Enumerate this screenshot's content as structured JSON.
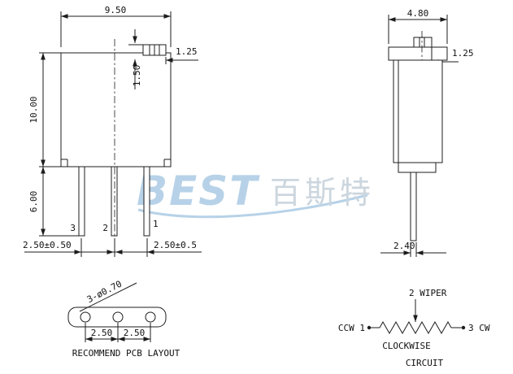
{
  "watermark": {
    "brand": "BEST",
    "cjk": "百斯特"
  },
  "front_view": {
    "dim_width": "9.50",
    "dim_height": "10.00",
    "dim_pin_length": "6.00",
    "dim_top_offset": "1.25",
    "dim_screw_depth": "1.50",
    "dim_pitch_left": "2.50±0.50",
    "dim_pitch_right": "2.50±0.5",
    "pin_labels": [
      "3",
      "2",
      "1"
    ]
  },
  "side_view": {
    "dim_width": "4.80",
    "dim_top_offset": "1.25",
    "dim_pin_width": "2.40"
  },
  "pcb_layout": {
    "hole_note": "3-ø0.70",
    "dim_hole_pitch_1": "2.50",
    "dim_hole_pitch_2": "2.50",
    "caption": "RECOMMEND PCB LAYOUT"
  },
  "circuit": {
    "wiper_label": "2 WIPER",
    "ccw_label": "CCW 1",
    "cw_label": "3 CW",
    "rotation_label": "CLOCKWISE",
    "caption": "CIRCUIT"
  }
}
